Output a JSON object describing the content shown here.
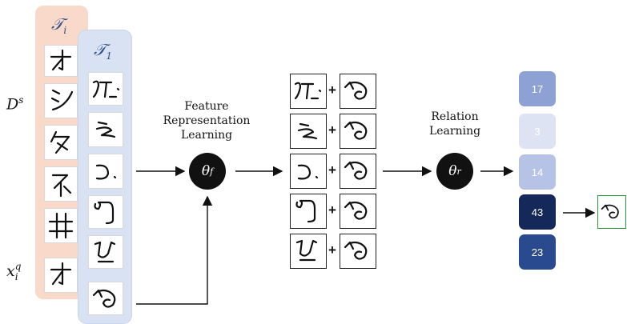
{
  "support_task": {
    "label_base": "𝒯",
    "label_sub": "i"
  },
  "task_one": {
    "label_base": "𝒯",
    "label_sub": "1"
  },
  "support_set": {
    "base": "D",
    "sup": "s"
  },
  "query": {
    "base": "x",
    "sup": "q",
    "sub": "i"
  },
  "feature_block": {
    "lines": [
      "Feature",
      "Representation",
      "Learning"
    ],
    "node_base": "θ",
    "node_sub": "f"
  },
  "relation_block": {
    "lines": [
      "Relation",
      "Learning"
    ],
    "node_base": "θ",
    "node_sub": "r"
  },
  "pair_operator": "+",
  "scores": [
    {
      "value": "17",
      "color": "#8ea1d4"
    },
    {
      "value": "3",
      "color": "#dde3f2"
    },
    {
      "value": "14",
      "color": "#b6c3e6"
    },
    {
      "value": "43",
      "color": "#14285a"
    },
    {
      "value": "23",
      "color": "#2a4a90"
    }
  ],
  "colors": {
    "task_i_panel": "#f9d9c9",
    "task_one_panel": "#d8e2f3",
    "result_border": "#2e9a3a"
  }
}
